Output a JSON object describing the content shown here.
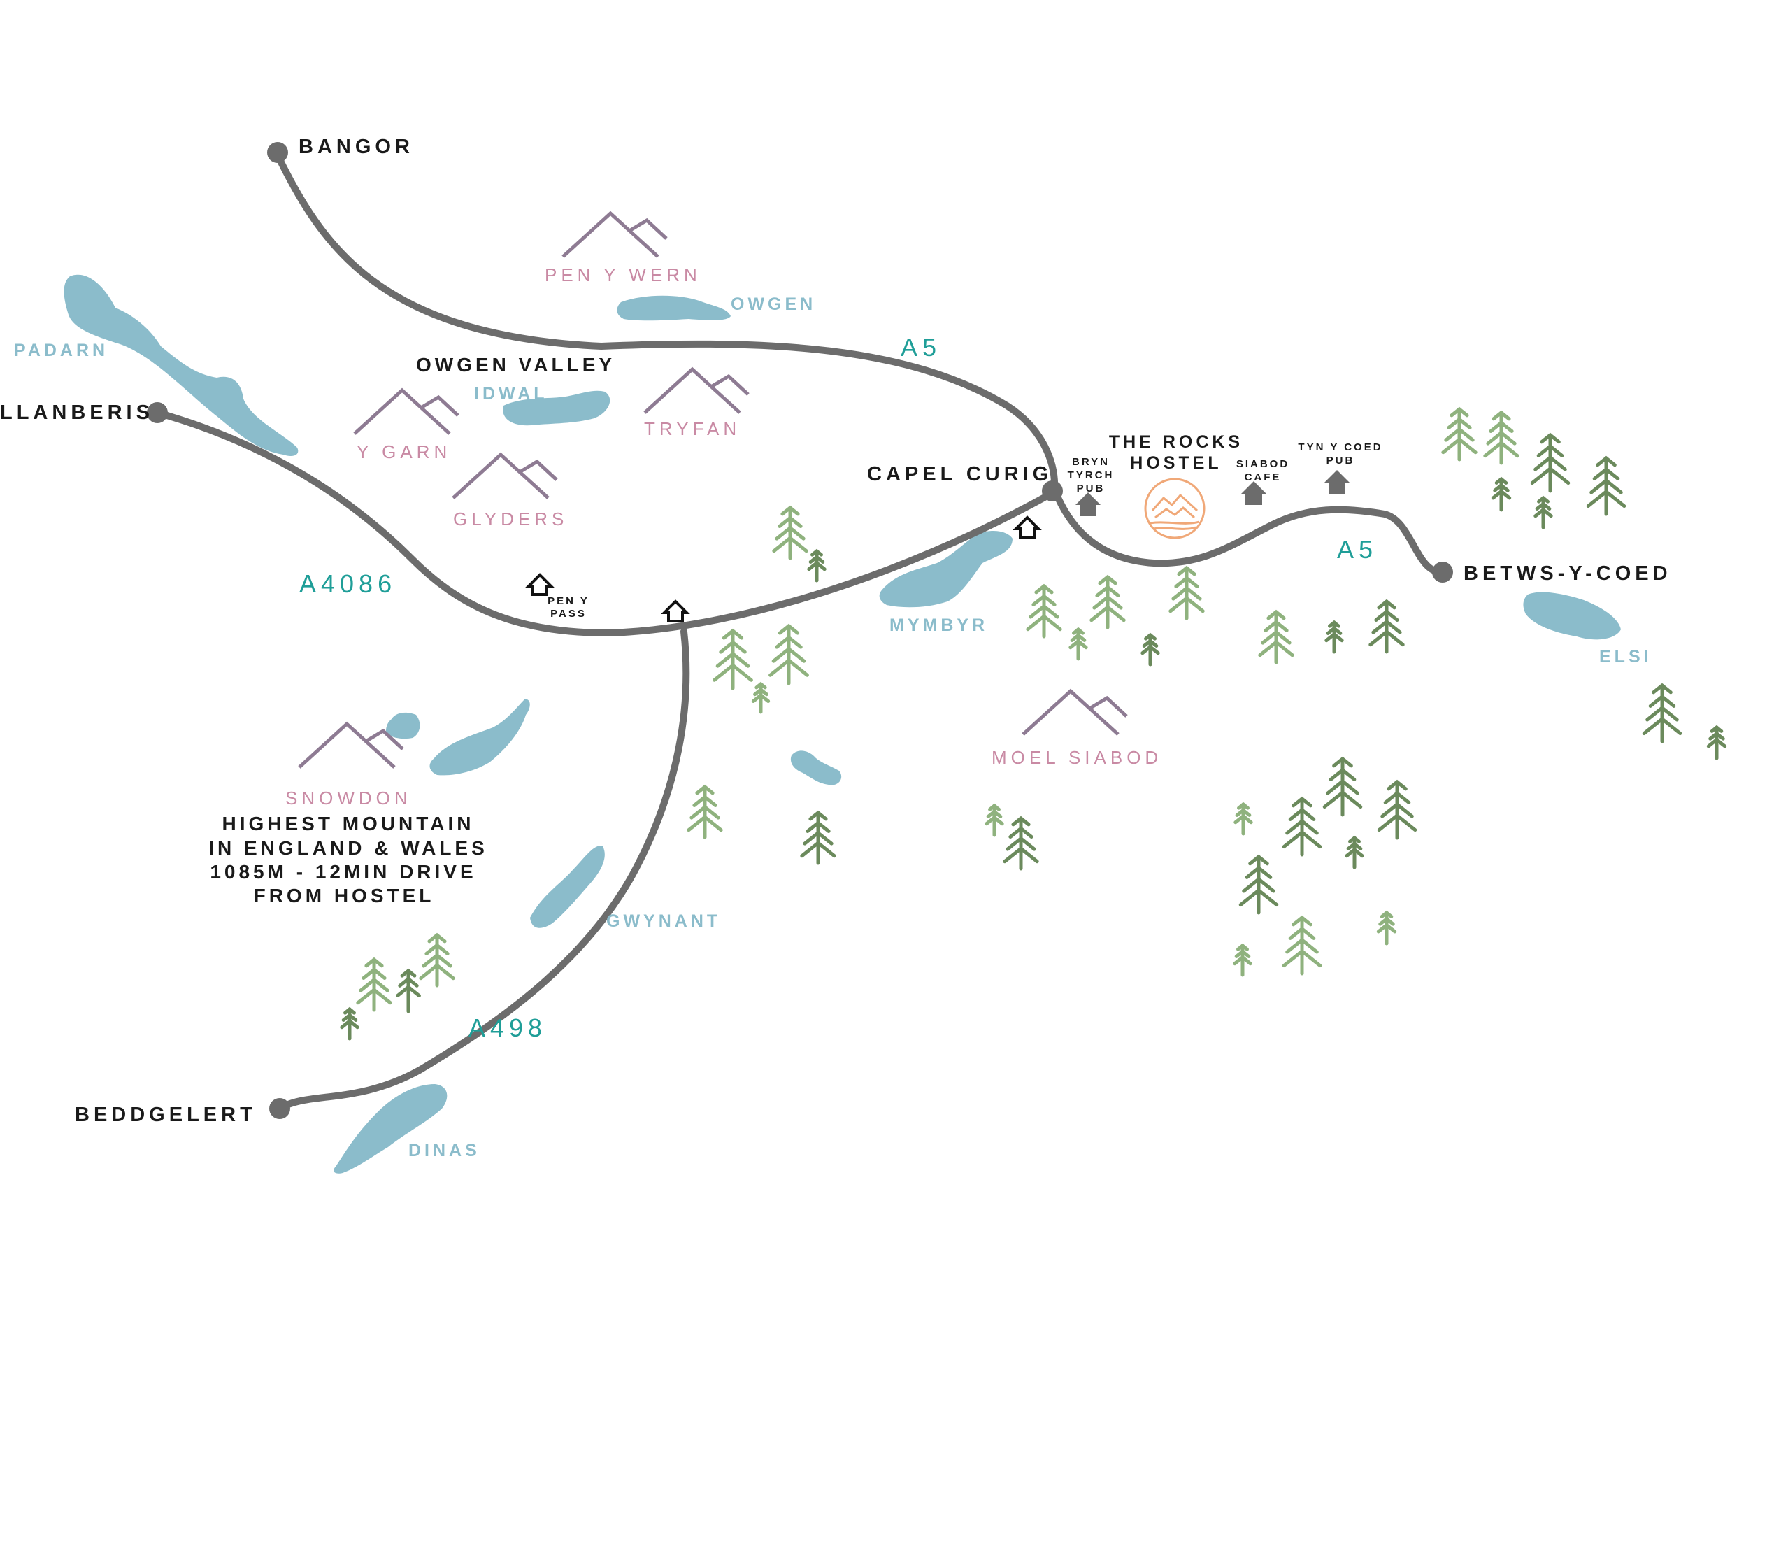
{
  "colors": {
    "road": "#6c6c6c",
    "road_label": "#1f9e98",
    "water": "#8bbccb",
    "mountain_line": "#8e7b93",
    "mountain_label": "#c98aa4",
    "tree_light": "#8fb27e",
    "tree_dark": "#6b8a5c",
    "hostel_logo": "#f0a878",
    "building": "#6c6c6c"
  },
  "towns": {
    "bangor": "BANGOR",
    "llanberis": "LLANBERIS",
    "capel_curig": "CAPEL CURIG",
    "betws_y_coed": "BETWS-Y-COED",
    "beddgelert": "BEDDGELERT"
  },
  "roads": {
    "a5_north": "A5",
    "a5_east": "A5",
    "a4086": "A4086",
    "a498": "A498"
  },
  "lakes": {
    "padarn": "PADARN",
    "owgen": "OWGEN",
    "idwal": "IDWAL",
    "mymbyr": "MYMBYR",
    "elsi": "ELSI",
    "gwynant": "GWYNANT",
    "dinas": "DINAS"
  },
  "mountains": {
    "pen_y_wern": "PEN Y WERN",
    "tryfan": "TRYFAN",
    "y_garn": "Y GARN",
    "glyders": "GLYDERS",
    "moel_siabod": "MOEL SIABOD",
    "snowdon": "SNOWDON"
  },
  "notes": {
    "owgen_valley": "OWGEN VALLEY",
    "snowdon_info": [
      "HIGHEST MOUNTAIN",
      "IN ENGLAND & WALES",
      "1085M - 12MIN DRIVE",
      "FROM HOSTEL"
    ]
  },
  "pois": {
    "pen_y_pass": [
      "PEN Y",
      "PASS"
    ],
    "bryn_tyrch_pub": [
      "BRYN",
      "TYRCH",
      "PUB"
    ],
    "siabod_cafe": [
      "SIABOD",
      "CAFE"
    ],
    "tyn_y_coed_pub": [
      "TYN Y COED",
      "PUB"
    ]
  },
  "hostel": {
    "name_line1": "THE ROCKS",
    "name_line2": "HOSTEL"
  },
  "icons": {
    "hut": "house-outline-icon",
    "building": "house-filled-icon",
    "tree": "pine-tree-icon",
    "mountain": "mountain-icon",
    "logo": "hostel-logo-icon"
  }
}
